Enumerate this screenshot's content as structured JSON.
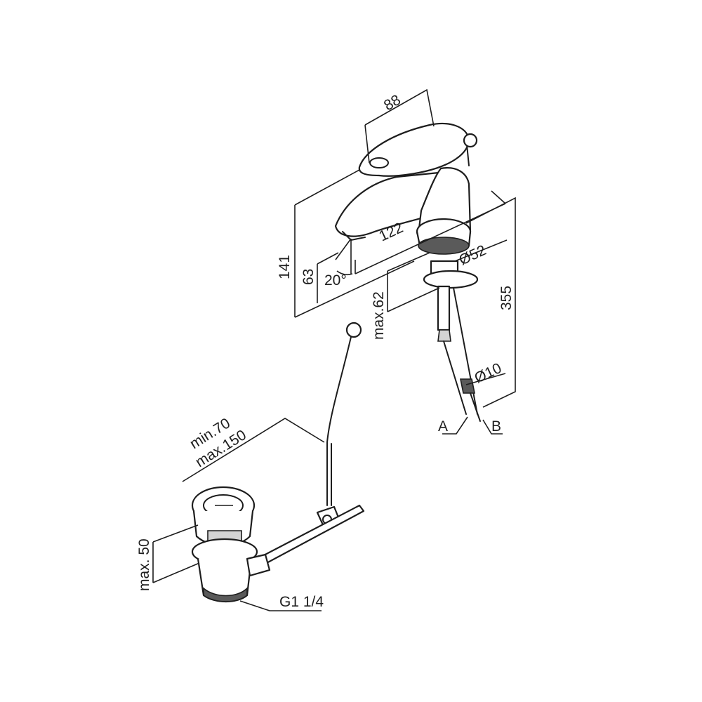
{
  "dimensions": {
    "width_top": "88",
    "height_total": "141",
    "height_spout": "63",
    "spout_angle": "20°",
    "spout_reach": "122",
    "base_diameter": "Ø52",
    "deck_thickness": "max.62",
    "hose_length": "355",
    "hose_diameter": "Ø10",
    "rod_min": "min.70",
    "rod_max": "max.150",
    "waste_height": "max. 50",
    "waste_thread": "G1 1/4"
  },
  "connections": {
    "hose_a": "A",
    "hose_b": "B"
  },
  "colors": {
    "line": "#1d1d1d",
    "shade": "#d4d4d4",
    "background": "#ffffff"
  }
}
